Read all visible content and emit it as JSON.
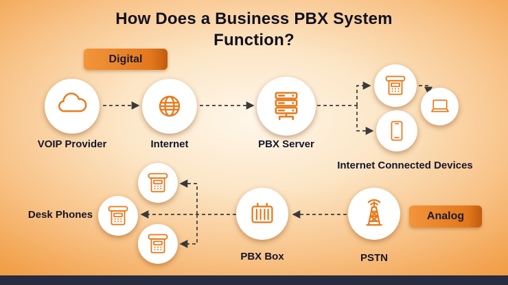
{
  "title": "How Does a Business PBX System Function?",
  "badges": {
    "digital": "Digital",
    "analog": "Analog"
  },
  "nodes": {
    "voip": {
      "label": "VOIP Provider",
      "icon": "cloud-icon"
    },
    "internet": {
      "label": "Internet",
      "icon": "globe-icon"
    },
    "pbx_server": {
      "label": "PBX Server",
      "icon": "server-icon"
    },
    "devices": {
      "label": "Internet Connected Devices",
      "icons": [
        "desk-phone-icon",
        "laptop-icon",
        "tablet-icon"
      ]
    },
    "desk_phones": {
      "label": "Desk Phones",
      "icon": "desk-phone-icon",
      "phone_count": 3
    },
    "pbx_box": {
      "label": "PBX Box",
      "icon": "pbx-box-icon"
    },
    "pstn": {
      "label": "PSTN",
      "icon": "cell-tower-icon"
    }
  },
  "colors": {
    "background_orange": "#EC8A2C",
    "accent_orange": "#E87B1E",
    "badge_orange": "#E4771C",
    "text_navy": "#15152B",
    "footer_navy": "#272C41",
    "arrow_gray": "#3A3A3A",
    "circle_white": "#FFFFFF"
  }
}
